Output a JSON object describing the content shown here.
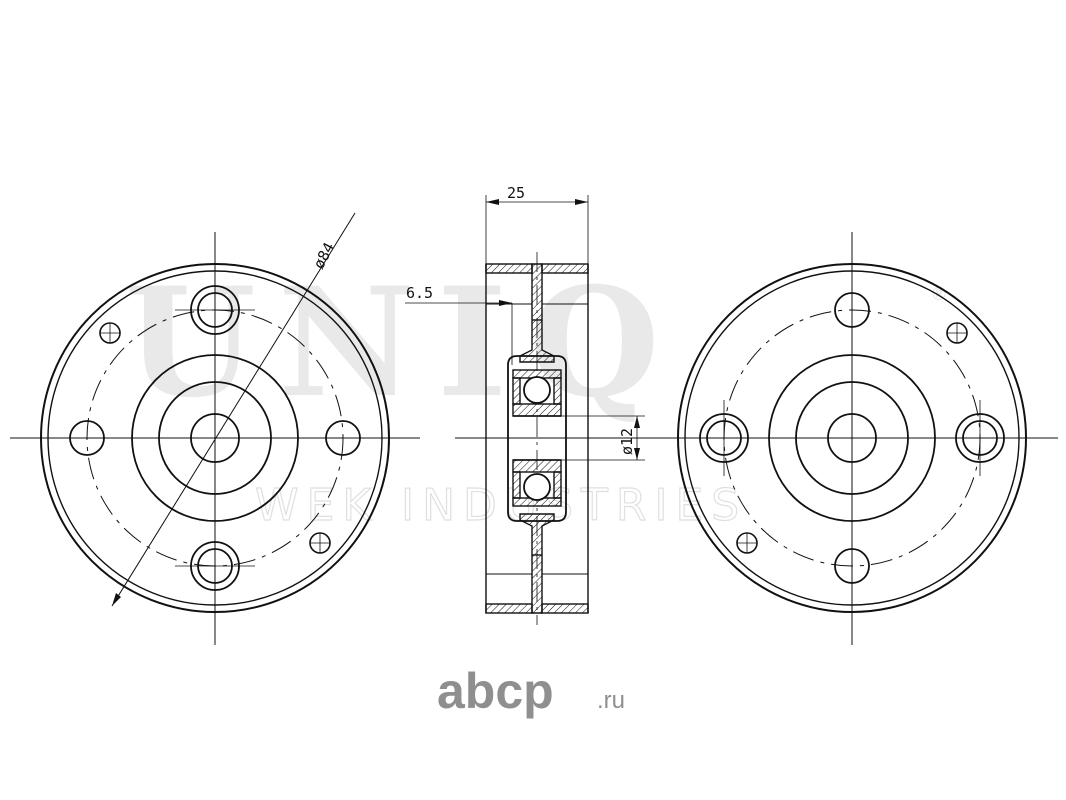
{
  "watermark": {
    "brand": "UNIQ",
    "subtitle": "WEK INDUSTRIES",
    "registered": "®"
  },
  "dimensions": {
    "outer_diameter": "ø84",
    "width": "25",
    "offset": "6.5",
    "bore": "ø12"
  },
  "site_logo": {
    "name": "abcp",
    "tld": ".ru"
  },
  "colors": {
    "line": "#111111",
    "watermark": "#e9e9e9",
    "logo": "#8f8f8f"
  }
}
